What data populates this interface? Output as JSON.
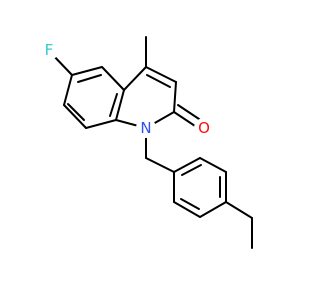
{
  "molecule": {
    "atoms": {
      "fluorine": {
        "symbol": "F",
        "color": "#33cccc"
      },
      "nitrogen": {
        "symbol": "N",
        "color": "#3050f8"
      },
      "oxygen": {
        "symbol": "O",
        "color": "#ff0d0d"
      }
    }
  }
}
